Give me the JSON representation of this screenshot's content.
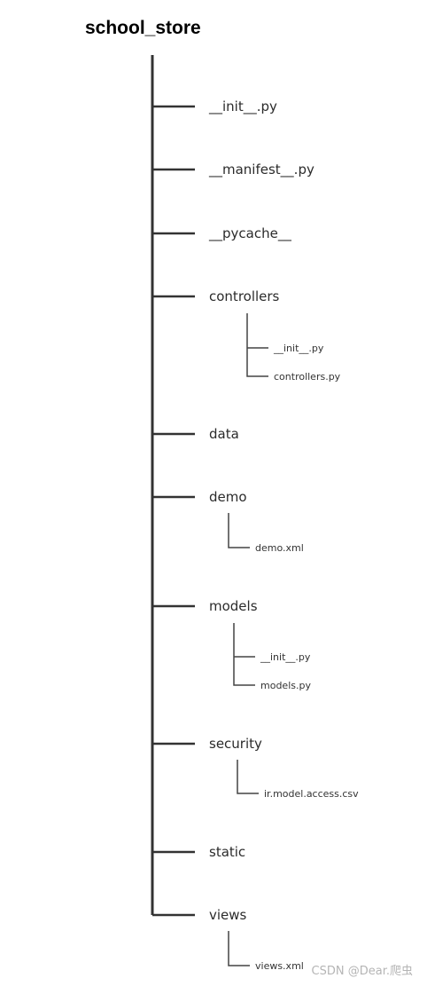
{
  "tree": {
    "root": "school_store",
    "nodes": [
      {
        "label": "__init__.py",
        "children": []
      },
      {
        "label": "__manifest__.py",
        "children": []
      },
      {
        "label": "__pycache__",
        "children": []
      },
      {
        "label": "controllers",
        "children": [
          "__init__.py",
          "controllers.py"
        ]
      },
      {
        "label": "data",
        "children": []
      },
      {
        "label": "demo",
        "children": [
          "demo.xml"
        ]
      },
      {
        "label": "models",
        "children": [
          "__init__.py",
          "models.py"
        ]
      },
      {
        "label": "security",
        "children": [
          "ir.model.access.csv"
        ]
      },
      {
        "label": "static",
        "children": []
      },
      {
        "label": "views",
        "children": [
          "views.xml"
        ]
      }
    ]
  },
  "watermark": "CSDN @Dear.爬虫"
}
